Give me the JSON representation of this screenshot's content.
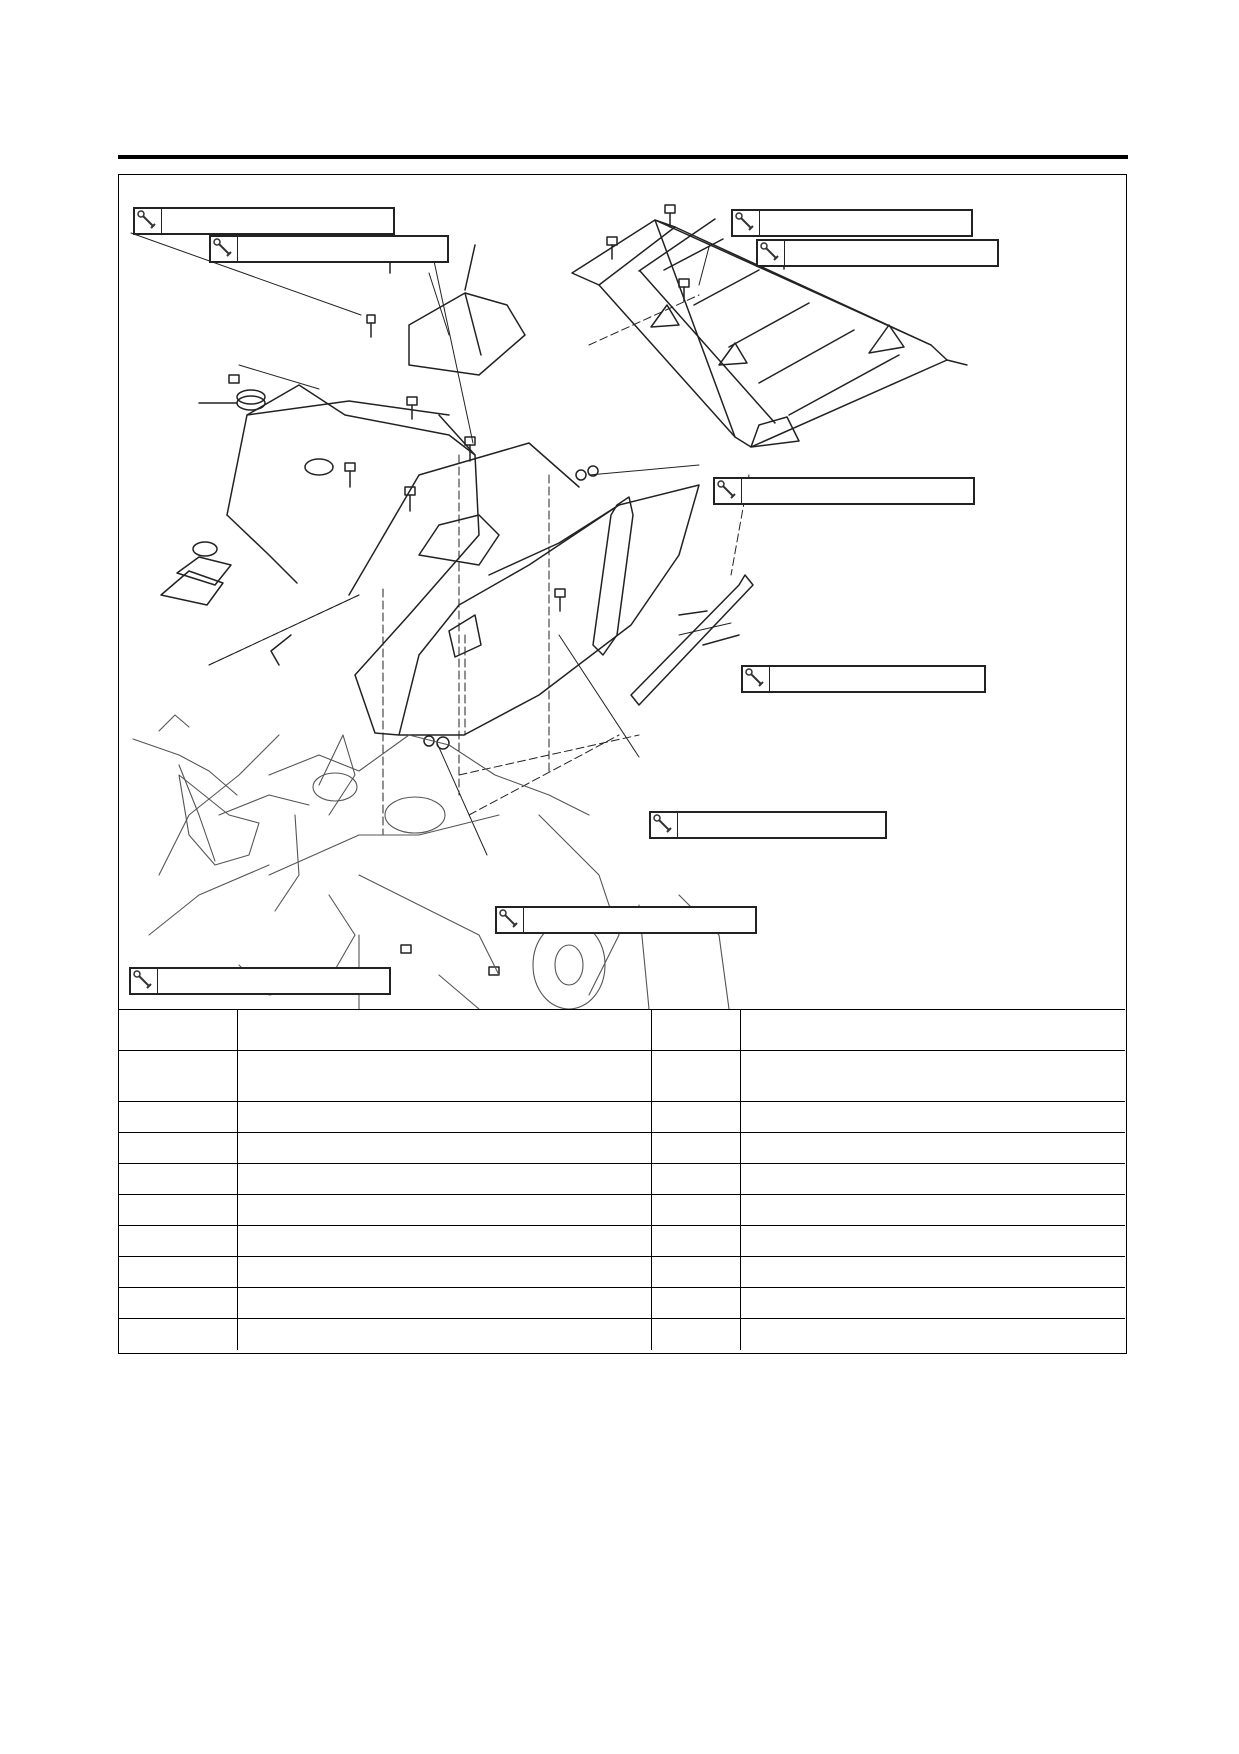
{
  "torque_callouts": [
    {
      "id": "t1",
      "value": ""
    },
    {
      "id": "t2",
      "value": ""
    },
    {
      "id": "t3",
      "value": ""
    },
    {
      "id": "t4",
      "value": ""
    },
    {
      "id": "t5",
      "value": ""
    },
    {
      "id": "t6",
      "value": ""
    },
    {
      "id": "t7",
      "value": ""
    },
    {
      "id": "t8",
      "value": ""
    },
    {
      "id": "t9",
      "value": ""
    }
  ],
  "parts_table": {
    "rows": [
      [
        "",
        "",
        "",
        ""
      ],
      [
        "",
        "",
        "",
        ""
      ],
      [
        "",
        "",
        "",
        ""
      ],
      [
        "",
        "",
        "",
        ""
      ],
      [
        "",
        "",
        "",
        ""
      ],
      [
        "",
        "",
        "",
        ""
      ],
      [
        "",
        "",
        "",
        ""
      ],
      [
        "",
        "",
        "",
        ""
      ],
      [
        "",
        "",
        "",
        ""
      ],
      [
        "",
        "",
        "",
        ""
      ]
    ]
  }
}
